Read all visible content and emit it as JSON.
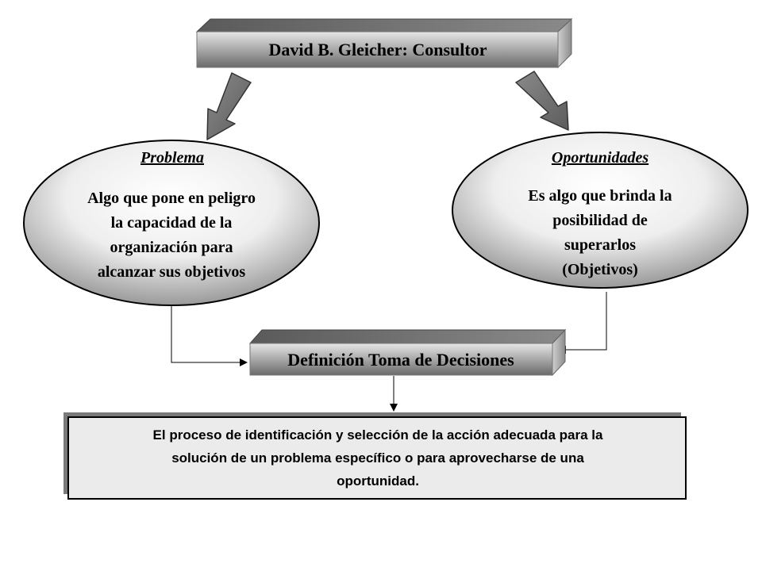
{
  "title": "David B. Gleicher: Consultor",
  "left": {
    "heading": "Problema",
    "lines": [
      "Algo que pone en peligro",
      "la capacidad de la",
      "organización para",
      "alcanzar sus objetivos"
    ]
  },
  "right": {
    "heading": "Oportunidades",
    "lines": [
      "Es algo que brinda la",
      "posibilidad de",
      "superarlos",
      "(Objetivos)"
    ]
  },
  "middle": "Definición Toma de Decisiones",
  "definition": {
    "lines": [
      "El proceso de identificación y selección de la acción adecuada para la",
      "solución de un problema específico o para aprovecharse de una",
      "oportunidad."
    ]
  }
}
